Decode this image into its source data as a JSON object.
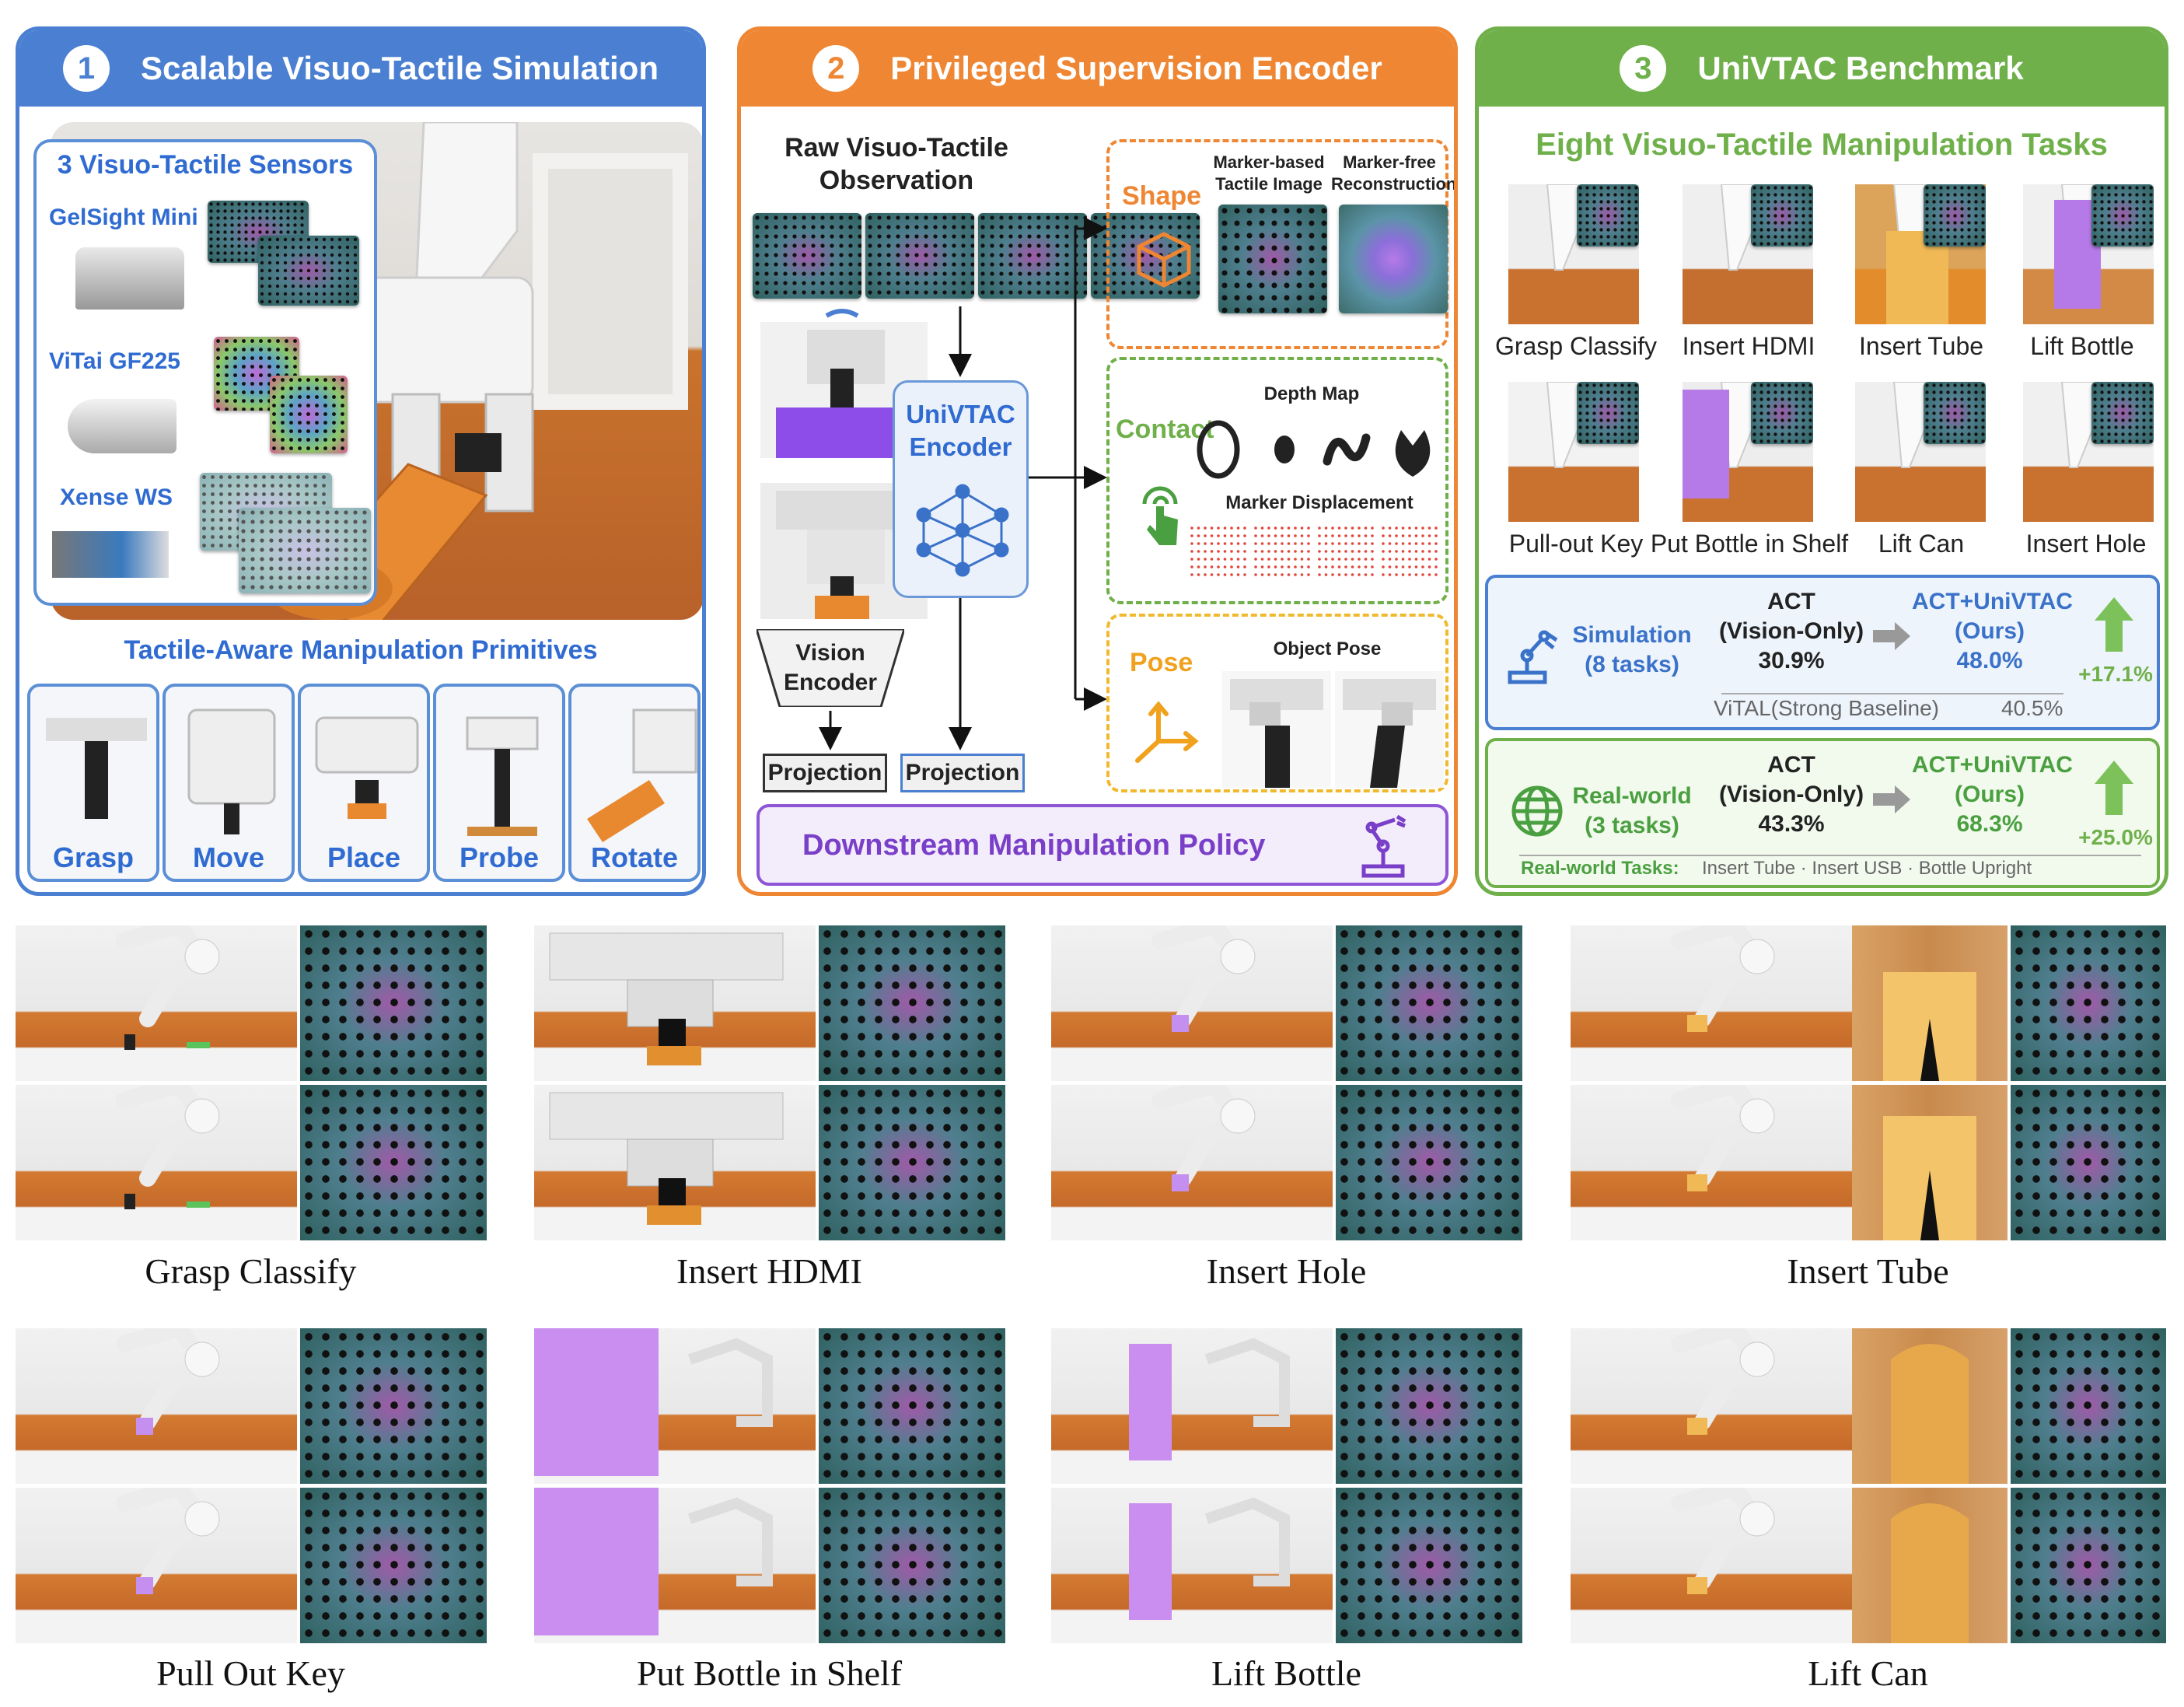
{
  "panel1": {
    "number": "1",
    "title": "Scalable Visuo-Tactile Simulation",
    "color": "#4a7fd1",
    "sensors_title": "3 Visuo-Tactile Sensors",
    "sensors": [
      {
        "name": "GelSight Mini"
      },
      {
        "name": "ViTai GF225"
      },
      {
        "name": "Xense WS"
      }
    ],
    "primitives_title": "Tactile-Aware Manipulation Primitives",
    "primitives": [
      "Grasp",
      "Move",
      "Place",
      "Probe",
      "Rotate"
    ]
  },
  "panel2": {
    "number": "2",
    "title": "Privileged Supervision Encoder",
    "color": "#ee8633",
    "raw_title_line1": "Raw Visuo-Tactile",
    "raw_title_line2": "Observation",
    "encoder_line1": "UniVTAC",
    "encoder_line2": "Encoder",
    "vision_encoder_line1": "Vision",
    "vision_encoder_line2": "Encoder",
    "projection_left": "Projection",
    "projection_right": "Projection",
    "shape_label": "Shape",
    "shape_col1_line1": "Marker-based",
    "shape_col1_line2": "Tactile Image",
    "shape_col2_line1": "Marker-free",
    "shape_col2_line2": "Reconstruction",
    "contact_label": "Contact",
    "depth_map": "Depth Map",
    "marker_displacement": "Marker Displacement",
    "pose_label": "Pose",
    "object_pose": "Object Pose",
    "downstream": "Downstream Manipulation Policy"
  },
  "panel3": {
    "number": "3",
    "title": "UniVTAC Benchmark",
    "color": "#6fb04a",
    "tasks_title": "Eight Visuo-Tactile Manipulation Tasks",
    "tasks": [
      "Grasp Classify",
      "Insert HDMI",
      "Insert Tube",
      "Lift Bottle",
      "Pull-out Key",
      "Put Bottle in Shelf",
      "Lift Can",
      "Insert Hole"
    ],
    "sim": {
      "label_line1": "Simulation",
      "label_line2": "(8 tasks)",
      "act_line1": "ACT",
      "act_line2": "(Vision-Only)",
      "act_value": "30.9%",
      "ours_line1": "ACT+UniVTAC",
      "ours_line2": "(Ours)",
      "ours_value": "48.0%",
      "gain": "+17.1%",
      "baseline_name": "ViTAL(Strong Baseline)",
      "baseline_value": "40.5%"
    },
    "real": {
      "label_line1": "Real-world",
      "label_line2": "(3 tasks)",
      "act_line1": "ACT",
      "act_line2": "(Vision-Only)",
      "act_value": "43.3%",
      "ours_line1": "ACT+UniVTAC",
      "ours_line2": "(Ours)",
      "ours_value": "68.3%",
      "gain": "+25.0%",
      "tasks_prefix": "Real-world Tasks:",
      "tasks_list": "Insert Tube · Insert USB · Bottle Upright"
    }
  },
  "bottom_captions": [
    "Grasp Classify",
    "Insert HDMI",
    "Insert Hole",
    "Insert Tube",
    "Pull Out Key",
    "Put Bottle in Shelf",
    "Lift Bottle",
    "Lift Can"
  ]
}
